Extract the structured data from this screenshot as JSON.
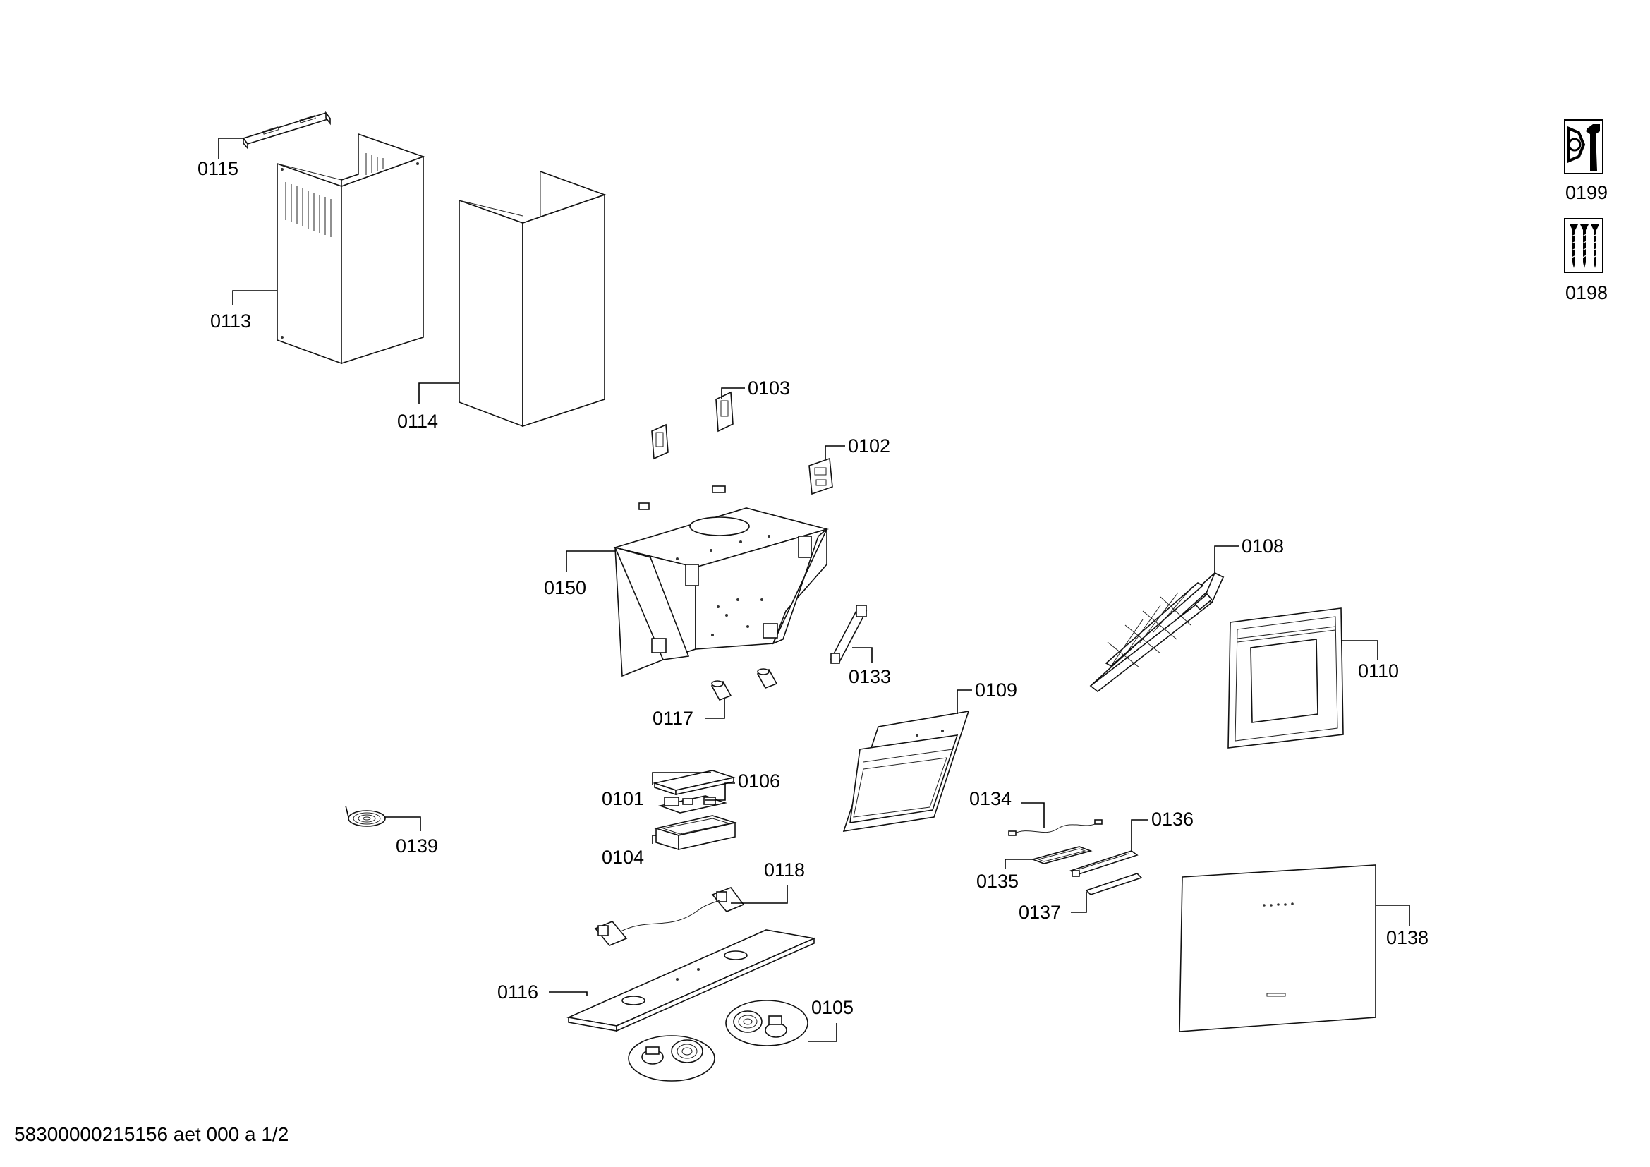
{
  "labels": {
    "p0115": "0115",
    "p0113": "0113",
    "p0114": "0114",
    "p0103": "0103",
    "p0102": "0102",
    "p0150": "0150",
    "p0133": "0133",
    "p0117": "0117",
    "p0108": "0108",
    "p0110": "0110",
    "p0109": "0109",
    "p0101": "0101",
    "p0106": "0106",
    "p0104": "0104",
    "p0139": "0139",
    "p0134": "0134",
    "p0136": "0136",
    "p0135": "0135",
    "p0137": "0137",
    "p0118": "0118",
    "p0138": "0138",
    "p0116": "0116",
    "p0105": "0105",
    "p0199": "0199",
    "p0198": "0198"
  },
  "icons": {
    "p0199": "nut-and-wrench-icon",
    "p0198": "screws-icon"
  },
  "footer": "58300000215156 aet 000 a 1/2"
}
